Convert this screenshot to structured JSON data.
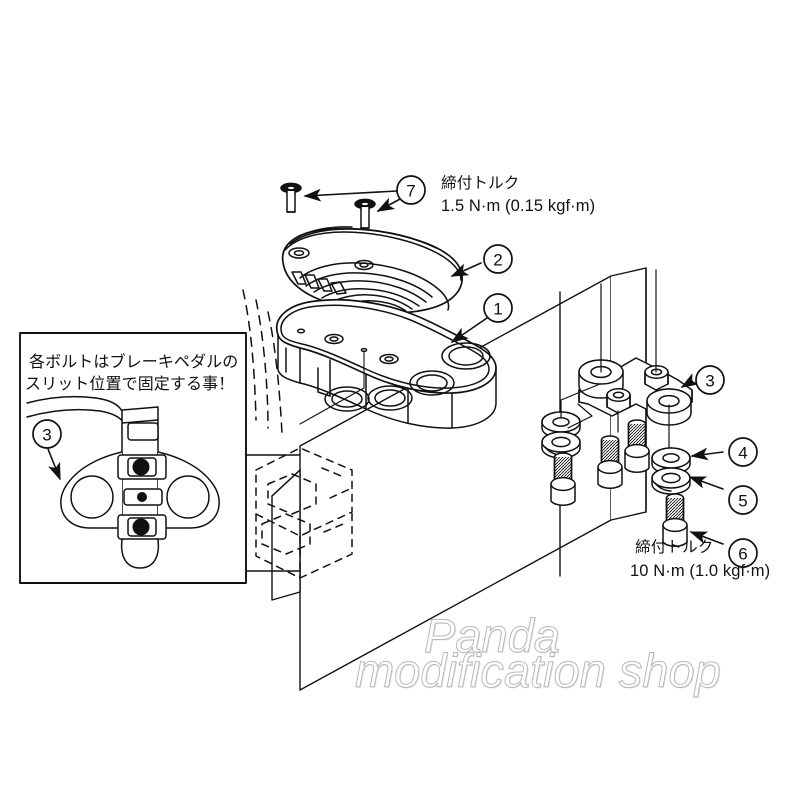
{
  "document": {
    "type": "exploded-parts-diagram",
    "subject": "motorcycle brake pedal / heel guard bracket kit",
    "background_color": "#ffffff",
    "line_color": "#111111"
  },
  "callouts": [
    {
      "id": "1",
      "label": "1",
      "target": "base-bracket-plate"
    },
    {
      "id": "2",
      "label": "2",
      "target": "ribbed-cover-plate"
    },
    {
      "id": "3",
      "label": "3",
      "target": "spacer-bracket"
    },
    {
      "id": "3b",
      "label": "3",
      "target": "spacer-bracket-inset"
    },
    {
      "id": "4",
      "label": "4",
      "target": "flat-washer"
    },
    {
      "id": "5",
      "label": "5",
      "target": "spring-washer"
    },
    {
      "id": "6",
      "label": "6",
      "target": "socket-head-bolt"
    },
    {
      "id": "7",
      "label": "7",
      "target": "flat-head-screw"
    }
  ],
  "torque_specs": [
    {
      "id": "torque-top",
      "label": "締付トルク",
      "value": "1.5 N·m (0.15 kgf·m)",
      "applies_to": "7"
    },
    {
      "id": "torque-bottom",
      "label": "締付トルク",
      "value": "10 N·m (1.0 kgf·m)",
      "applies_to": "6"
    }
  ],
  "note_box": {
    "line1": "各ボルトはブレーキペダルの",
    "line2": "スリット位置で固定する事！",
    "callout": "3"
  },
  "watermark": {
    "line1": "Panda",
    "line2": "modification shop",
    "color": "#b9b9bd"
  }
}
